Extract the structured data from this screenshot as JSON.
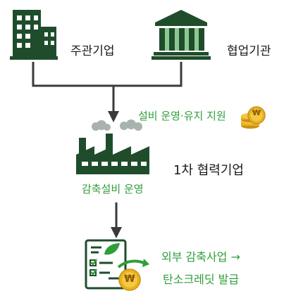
{
  "nodes": {
    "main_company": "주관기업",
    "cooperating_org": "협업기관",
    "partner_company": "1차 협력기업",
    "support_label": "설비 운영·유지 지원",
    "reduction_label": "감축설비 운영",
    "outcome_line1": "외부 감축사업 →",
    "outcome_line2": "탄소크레딧 발급"
  },
  "icons": {
    "main_company": "office-building-icon",
    "cooperating_org": "institution-building-icon",
    "partner_company": "factory-icon",
    "coin_top": "won-coin-stack-icon",
    "document": "checklist-document-icon",
    "coin_bottom": "won-coin-icon",
    "coin_symbol": "₩"
  },
  "colors": {
    "dark_green": "#1f4d2b",
    "green": "#2f9e3a",
    "label_green": "#2f9e3a",
    "gold": "#e9b21c",
    "gray": "#3a3a3a"
  }
}
